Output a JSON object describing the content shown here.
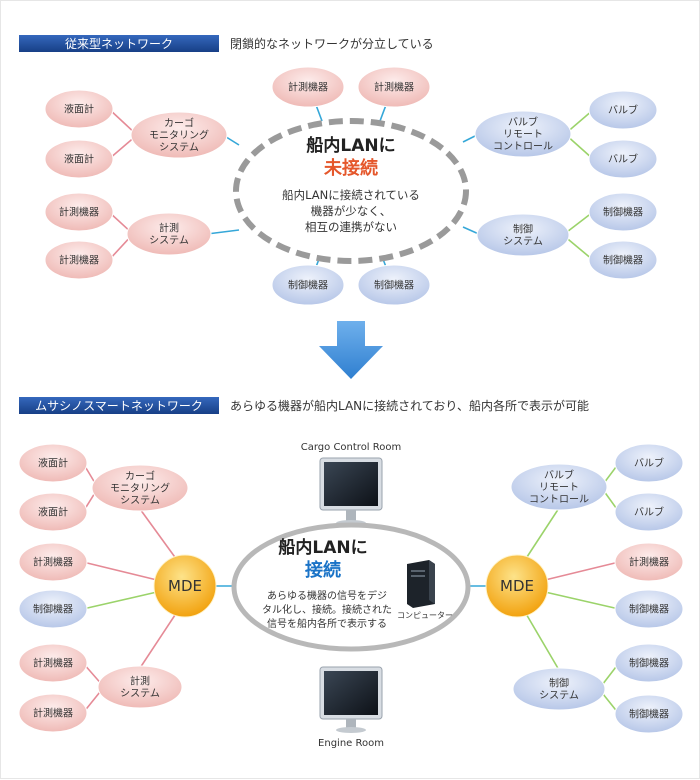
{
  "top": {
    "label": "従来型ネットワーク",
    "description": "閉鎖的なネットワークが分立している",
    "center": {
      "title": "船内LANに",
      "accent": "未接続",
      "body": [
        "船内LANに接続されている",
        "機器が少なく、",
        "相互の連携がない"
      ]
    },
    "left_groups": [
      {
        "hub": [
          "カーゴ",
          "モニタリング",
          "システム"
        ],
        "leaves": [
          "液面計",
          "液面計"
        ]
      },
      {
        "hub": [
          "計測",
          "システム"
        ],
        "leaves": [
          "計測機器",
          "計測機器"
        ]
      }
    ],
    "right_groups": [
      {
        "hub": [
          "バルブ",
          "リモート",
          "コントロール"
        ],
        "leaves": [
          "バルブ",
          "バルブ"
        ]
      },
      {
        "hub": [
          "制御",
          "システム"
        ],
        "leaves": [
          "制御機器",
          "制御機器"
        ]
      }
    ],
    "top_nodes": [
      "計測機器",
      "計測機器"
    ],
    "bottom_nodes": [
      "制御機器",
      "制御機器"
    ]
  },
  "bottom": {
    "label": "ムサシノスマートネットワーク",
    "description": "あらゆる機器が船内LANに接続されており、船内各所で表示が可能",
    "center": {
      "title": "船内LANに",
      "accent": "接続",
      "body": [
        "あらゆる機器の信号をデジ",
        "タル化し、接続。接続された",
        "信号を船内各所で表示する"
      ],
      "computer_label": "コンピューター"
    },
    "cargo_room": "Cargo Control Room",
    "engine_room": "Engine Room",
    "left_hub": "MDE",
    "right_hub": "MDE",
    "left_items": [
      {
        "hub": [
          "カーゴ",
          "モニタリング",
          "システム"
        ],
        "leaves": [
          "液面計",
          "液面計"
        ]
      },
      {
        "single": "計測機器"
      },
      {
        "single": "制御機器"
      },
      {
        "hub": [
          "計測",
          "システム"
        ],
        "leaves": [
          "計測機器",
          "計測機器"
        ]
      }
    ],
    "right_items": [
      {
        "hub": [
          "バルブ",
          "リモート",
          "コントロール"
        ],
        "leaves": [
          "バルブ",
          "バルブ"
        ]
      },
      {
        "single": "計測機器"
      },
      {
        "single": "制御機器"
      },
      {
        "hub": [
          "制御",
          "システム"
        ],
        "leaves": [
          "制御機器",
          "制御機器"
        ]
      }
    ]
  },
  "colors": {
    "label_bg": "#1f4e9c",
    "pink_node": "#f3c9c6",
    "blue_node": "#c9d6ee",
    "mde": "#f6b31b",
    "arrow": "#3e8ad6",
    "pink_line": "#e58a96",
    "green_line": "#9bd36a",
    "cyan_line": "#35a7d8"
  }
}
